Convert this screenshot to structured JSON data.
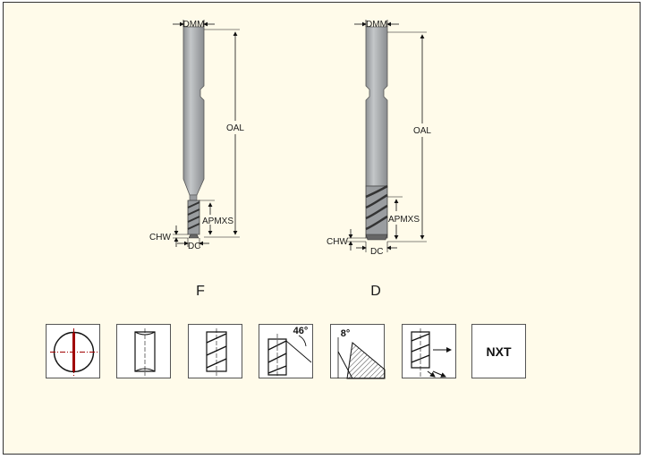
{
  "dimensions": {
    "dmm": "DMM",
    "oal": "OAL",
    "apmxs": "APMXS",
    "chw": "CHW",
    "dc": "DC"
  },
  "variants": [
    {
      "label": "F"
    },
    {
      "label": "D"
    }
  ],
  "icons": [
    {
      "icon": "cross-section-icon"
    },
    {
      "icon": "straight-shank-icon"
    },
    {
      "icon": "flute-icon"
    },
    {
      "icon": "helix-angle-icon",
      "value": "46°"
    },
    {
      "icon": "rake-angle-icon",
      "value": "8°"
    },
    {
      "icon": "cutting-direction-icon"
    },
    {
      "icon": "coating-code",
      "label": "NXT"
    }
  ],
  "colors": {
    "background": "#fffbea",
    "shank": "#a9acae",
    "cross_section_line": "#a00000"
  }
}
